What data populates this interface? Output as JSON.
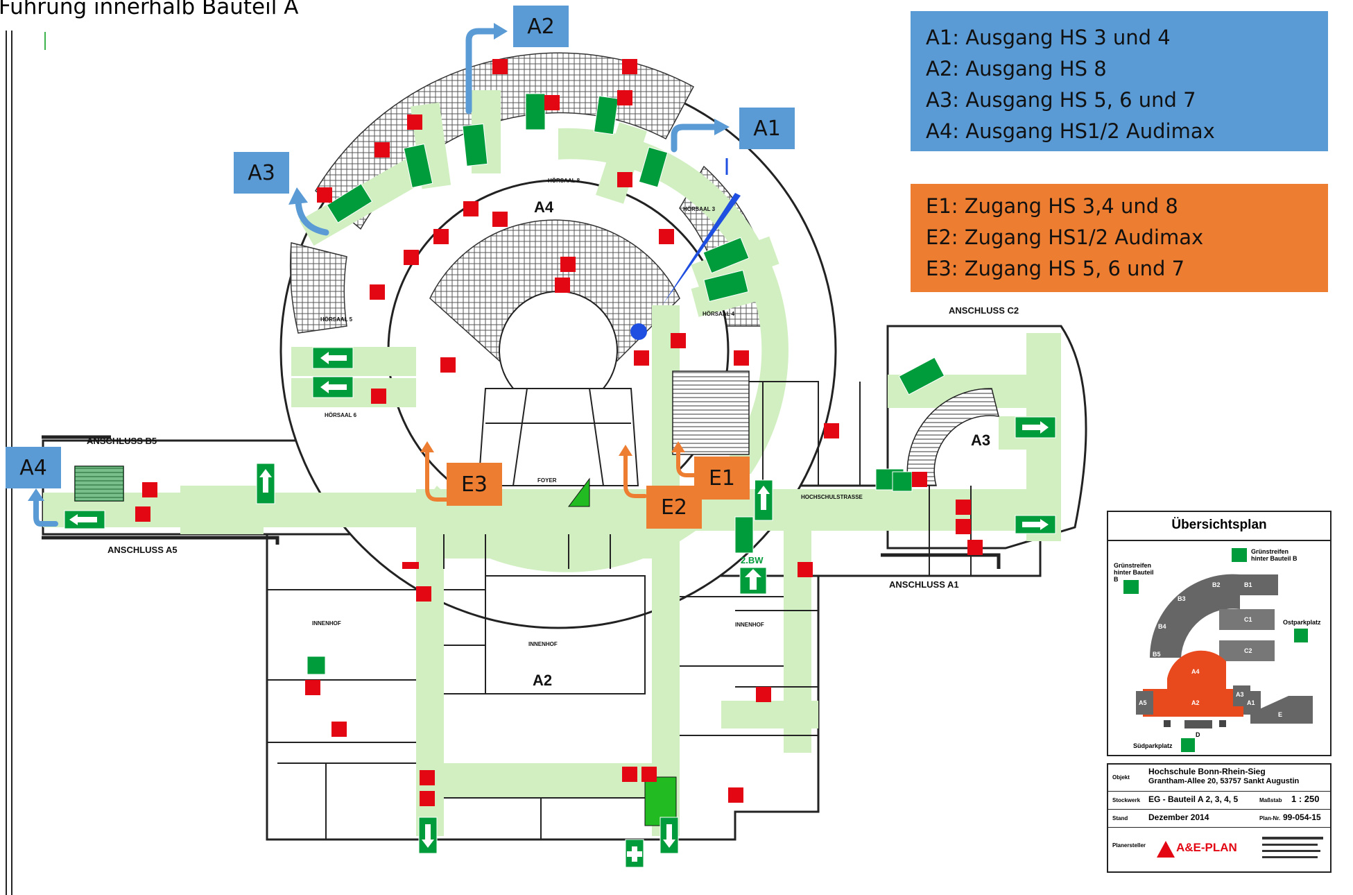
{
  "page_title": "Führung innerhalb Bauteil A",
  "exit_badges": {
    "a1": "A1",
    "a2": "A2",
    "a3": "A3",
    "a4": "A4"
  },
  "entry_badges": {
    "e1": "E1",
    "e2": "E2",
    "e3": "E3"
  },
  "exit_legend": [
    "A1: Ausgang HS 3 und 4",
    "A2: Ausgang HS 8",
    "A3: Ausgang HS 5, 6 und 7",
    "A4: Ausgang HS1/2 Audimax"
  ],
  "entry_legend": [
    "E1: Zugang HS 3,4 und 8",
    "E2: Zugang HS1/2 Audimax",
    "E3: Zugang HS 5, 6 und 7"
  ],
  "plan_labels": {
    "anschluss_b5": "ANSCHLUSS B5",
    "anschluss_a5": "ANSCHLUSS A5",
    "anschluss_c2": "ANSCHLUSS C2",
    "anschluss_a1": "ANSCHLUSS A1",
    "a4": "A4",
    "a2": "A2",
    "a3": "A3",
    "hochschulstrasse": "HOCHSCHULSTRASSE",
    "innenhof_main": "INNENHOF",
    "innenhof_left": "INNENHOF",
    "innenhof_right": "INNENHOF",
    "hoersaal_5": "HÖRSAAL 5",
    "hoersaal_6": "HÖRSAAL 6",
    "hoersaal_3": "HÖRSAAL 3",
    "hoersaal_4": "HÖRSAAL 4",
    "hoersaal_8": "HÖRSAAL 8",
    "foyer": "FOYER",
    "sw": "2.BW"
  },
  "overview": {
    "title": "Übersichtsplan",
    "gruenstreifen_b_left": "Grünstreifen hinter Bauteil B",
    "gruenstreifen_b_right": "Grünstreifen hinter Bauteil B",
    "ostparkplatz": "Ostparkplatz",
    "suedparkplatz": "Südparkplatz",
    "blocks": [
      "B1",
      "B2",
      "B3",
      "B4",
      "B5",
      "C1",
      "C2",
      "A4",
      "A3",
      "A2",
      "A5",
      "A1",
      "D",
      "E"
    ]
  },
  "info_table": {
    "objekt_label": "Objekt",
    "objekt_value": "Hochschule Bonn-Rhein-Sieg",
    "address": "Grantham-Allee 20, 53757 Sankt Augustin",
    "stockwerk_label": "Stockwerk",
    "stockwerk_value": "EG - Bauteil A 2, 3, 4, 5",
    "massstab_label": "Maßstab",
    "massstab_value": "1 : 250",
    "stand_label": "Stand",
    "stand_value": "Dezember 2014",
    "plan_nr_label": "Plan-Nr.",
    "plan_nr_value": "99-054-15",
    "planersteller_label": "Planersteller",
    "company": "A&E-PLAN"
  },
  "colors": {
    "blue_badge": "#5b9bd5",
    "orange_badge": "#ed7d31",
    "escape_green": "#009b3a",
    "corridor_green": "#d2efc2",
    "fire_red": "#e30613"
  }
}
